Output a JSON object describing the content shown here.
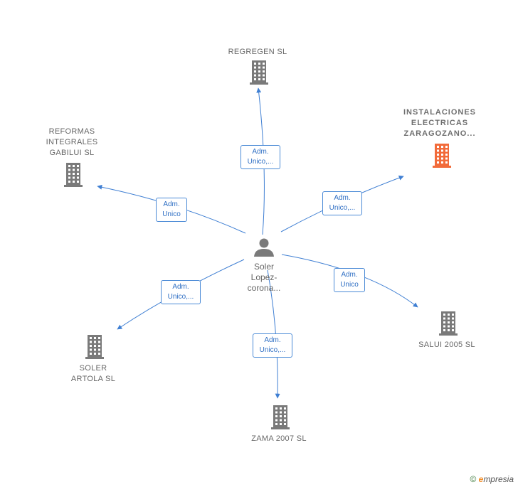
{
  "center": {
    "name": "Soler\nLopez-\ncorona..."
  },
  "companies": [
    {
      "id": "regregen",
      "name": "REGREGEN  SL",
      "highlight": false
    },
    {
      "id": "instalaciones",
      "name": "INSTALACIONES\nELECTRICAS\nZARAGOZANO...",
      "highlight": true
    },
    {
      "id": "reformas",
      "name": "REFORMAS\nINTEGRALES\nGABILUI  SL",
      "highlight": false
    },
    {
      "id": "salui",
      "name": "SALUI 2005  SL",
      "highlight": false
    },
    {
      "id": "soler",
      "name": "SOLER\nARTOLA  SL",
      "highlight": false
    },
    {
      "id": "zama",
      "name": "ZAMA 2007  SL",
      "highlight": false
    }
  ],
  "relations": [
    {
      "to": "regregen",
      "label": "Adm.\nUnico,..."
    },
    {
      "to": "instalaciones",
      "label": "Adm.\nUnico,..."
    },
    {
      "to": "reformas",
      "label": "Adm.\nUnico"
    },
    {
      "to": "salui",
      "label": "Adm.\nUnico"
    },
    {
      "to": "soler",
      "label": "Adm.\nUnico,..."
    },
    {
      "to": "zama",
      "label": "Adm.\nUnico,..."
    }
  ],
  "colors": {
    "edge": "#3f7fd3",
    "building": "#7a7a7a",
    "building_highlight": "#f26b3a",
    "person": "#7a7a7a"
  },
  "footer": {
    "copyright": "©",
    "brand_initial": "e",
    "brand_rest": "mpresia"
  }
}
